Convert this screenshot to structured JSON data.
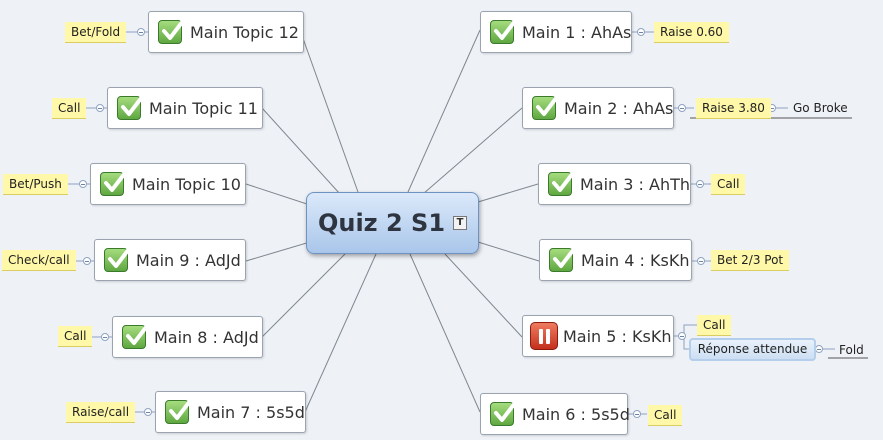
{
  "central": {
    "title": "Quiz 2 S1",
    "note_icon": "T"
  },
  "topics": {
    "t12": {
      "label": "Main Topic 12",
      "icon": "check-icon"
    },
    "t11": {
      "label": "Main Topic 11",
      "icon": "check-icon"
    },
    "t10": {
      "label": "Main Topic 10",
      "icon": "check-icon"
    },
    "m9": {
      "label": "Main 9 : AdJd",
      "icon": "check-icon"
    },
    "m8": {
      "label": "Main 8 : AdJd",
      "icon": "check-icon"
    },
    "m7": {
      "label": "Main 7 : 5s5d",
      "icon": "check-icon"
    },
    "m1": {
      "label": "Main 1 : AhAs",
      "icon": "check-icon"
    },
    "m2": {
      "label": "Main 2 : AhAs",
      "icon": "check-icon"
    },
    "m3": {
      "label": "Main 3 : AhTh",
      "icon": "check-icon"
    },
    "m4": {
      "label": "Main 4 : KsKh",
      "icon": "check-icon"
    },
    "m5": {
      "label": "Main 5 : KsKh",
      "icon": "pause-icon"
    },
    "m6": {
      "label": "Main 6 : 5s5d",
      "icon": "check-icon"
    }
  },
  "tags": {
    "t12": "Bet/Fold",
    "t11": "Call",
    "t10": "Bet/Push",
    "m9": "Check/call",
    "m8": "Call",
    "m7": "Raise/call",
    "m1": "Raise 0.60",
    "m2": "Raise 3.80",
    "m2_sub": "Go Broke",
    "m3": "Call",
    "m4": "Bet 2/3 Pot",
    "m5": "Call",
    "m5_reponse": "Réponse attendue",
    "m5_reponse_sub": "Fold",
    "m6": "Call"
  },
  "colors": {
    "background": "#eef1f6",
    "central_fill": "#b9d3f2",
    "check_green": "#5fa741",
    "pause_red": "#c3301c",
    "tag_yellow": "#fff8a8"
  }
}
